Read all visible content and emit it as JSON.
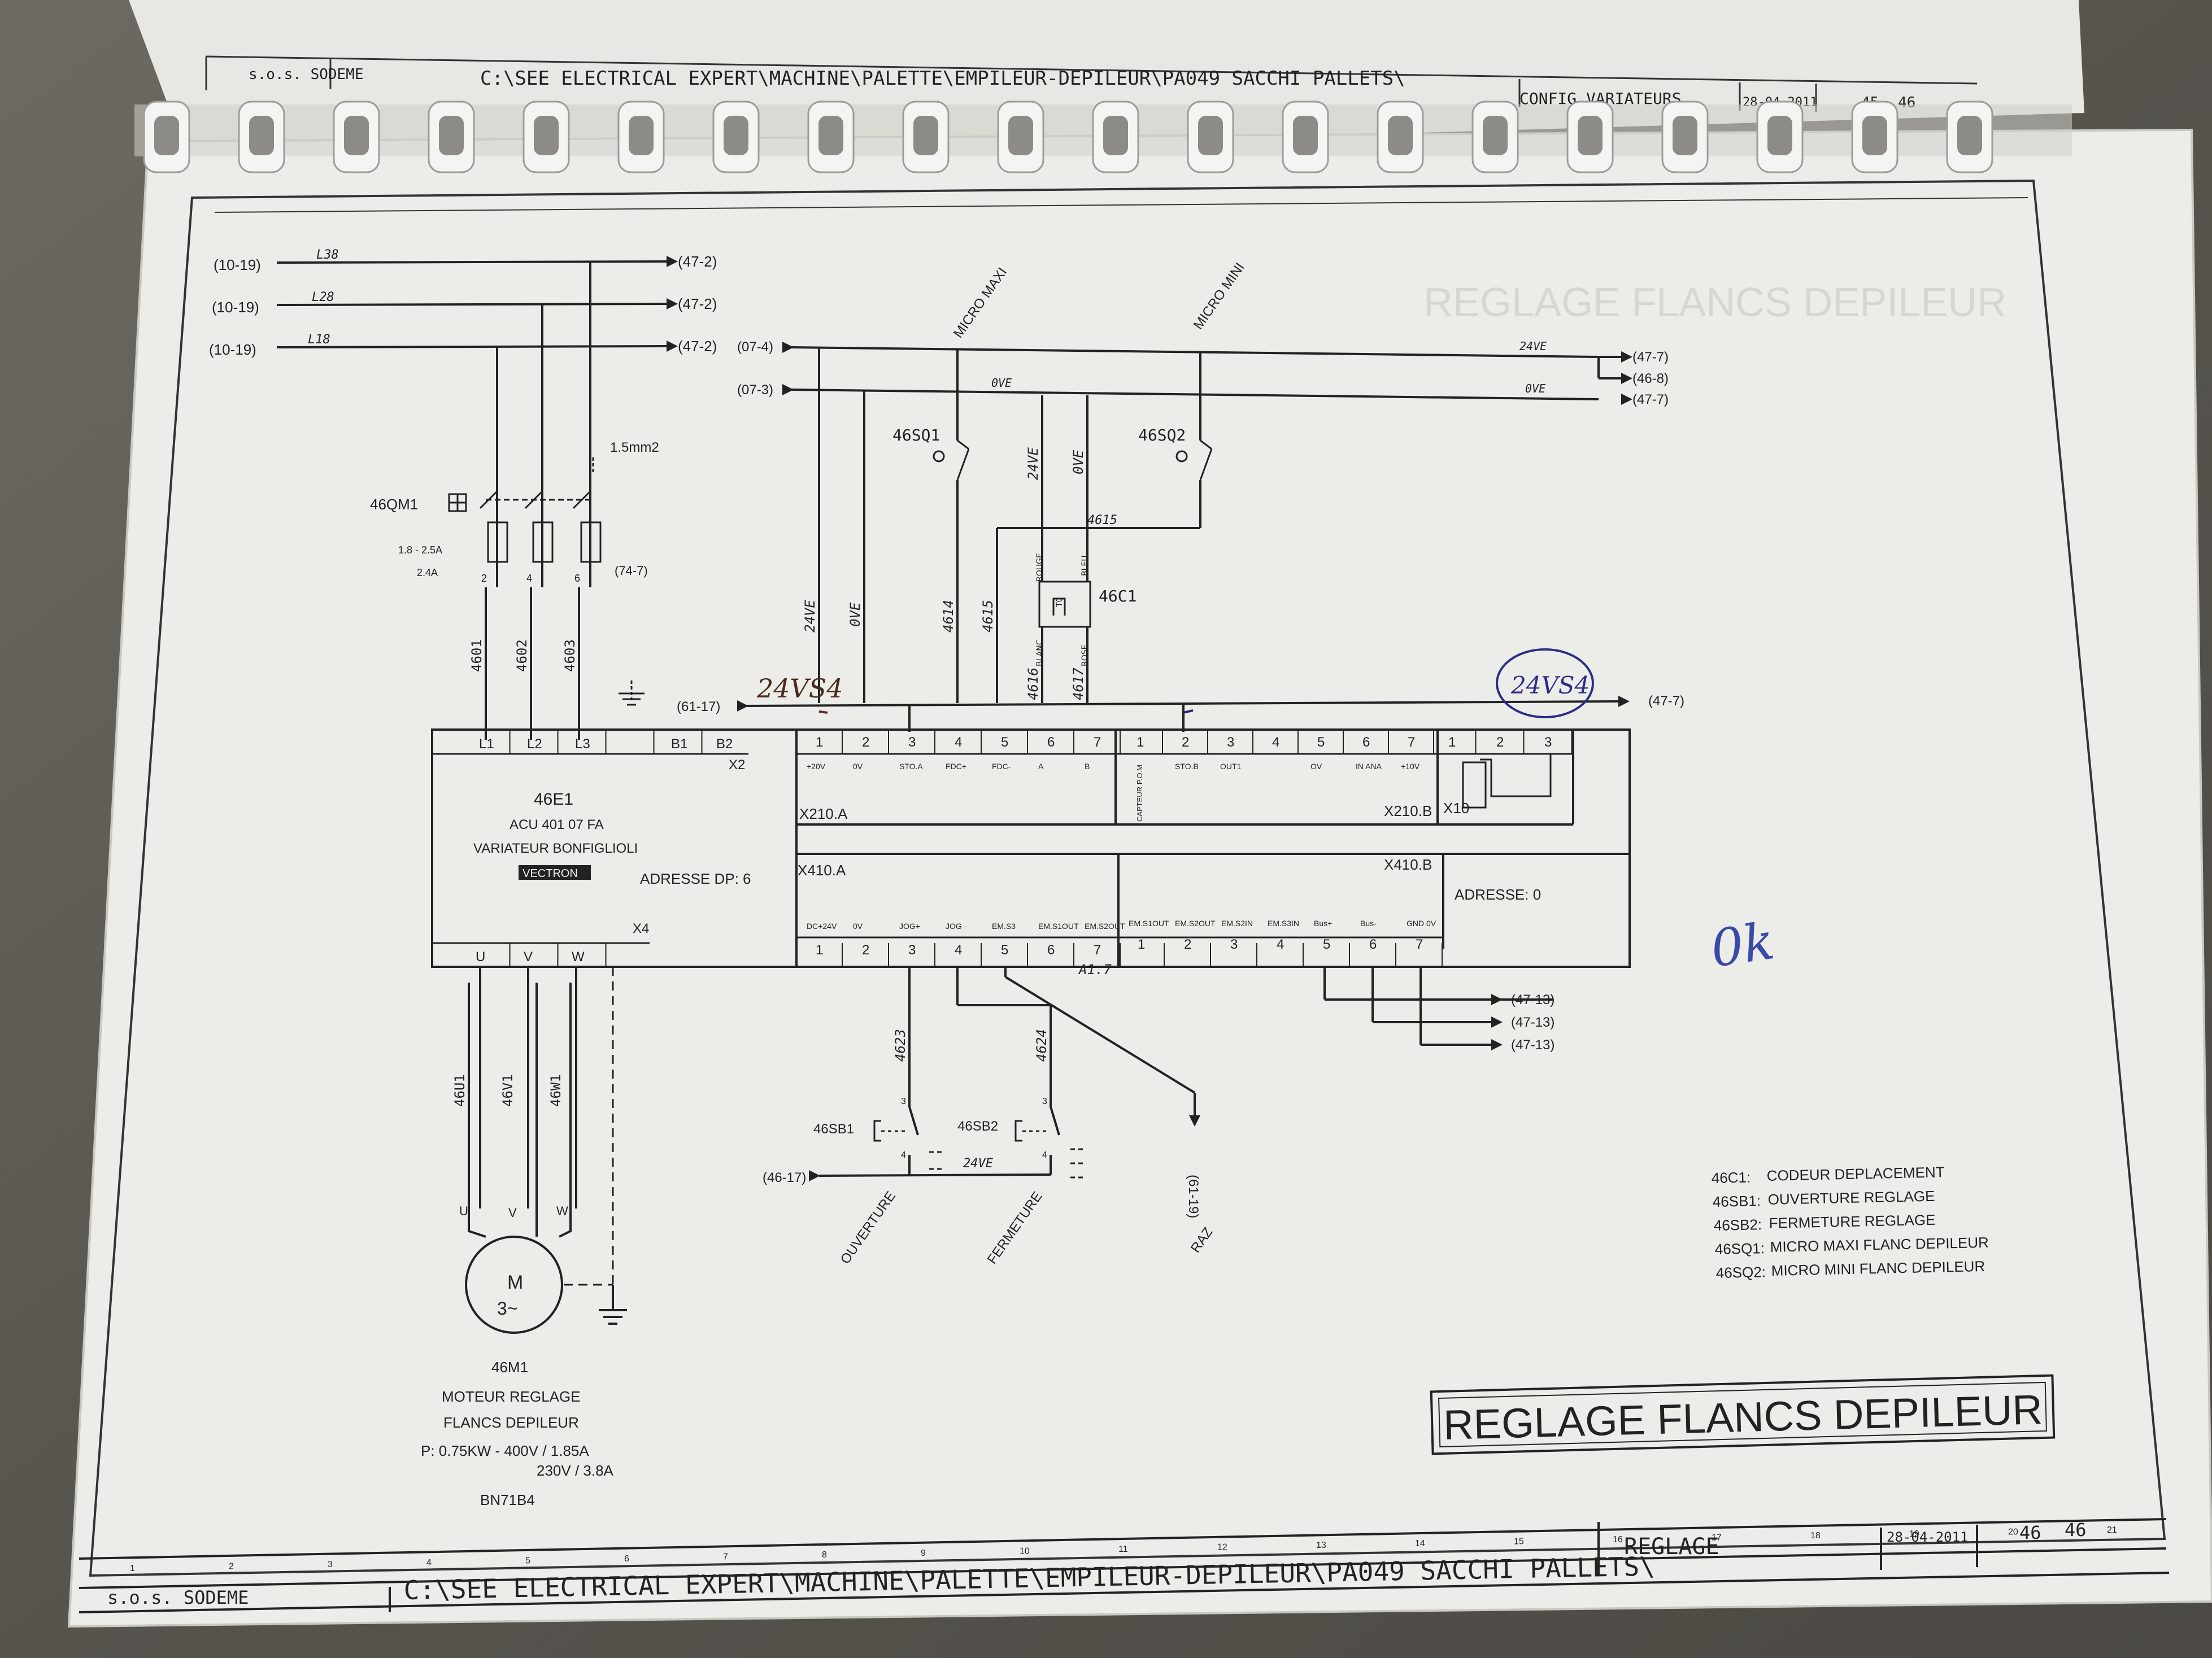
{
  "prev_page": {
    "company": "s.o.s. SODEME",
    "path": "C:\\SEE ELECTRICAL EXPERT\\MACHINE\\PALETTE\\EMPILEUR-DEPILEUR\\PA049 SACCHI PALLETS\\",
    "title": "CONFIG VARIATEURS",
    "date": "28-04-2011",
    "page": "45",
    "total": "46"
  },
  "supply": {
    "lines": [
      {
        "src": "(10-19)",
        "name": "L38",
        "dst": "(47-2)"
      },
      {
        "src": "(10-19)",
        "name": "L28",
        "dst": "(47-2)"
      },
      {
        "src": "(10-19)",
        "name": "L18",
        "dst": "(47-2)"
      }
    ],
    "wire_section": "1.5mm2",
    "breaker": "46QM1",
    "breaker_range": "1.8 - 2.5A",
    "breaker_set": "2.4A",
    "breaker_ref": "(74-7)",
    "breaker_terms": [
      "2",
      "4",
      "6"
    ],
    "motor_wires": [
      "4601",
      "4602",
      "4603"
    ]
  },
  "control": {
    "bus_24ve_src": "(07-4)",
    "bus_0ve_src": "(07-3)",
    "bus_24ve_label": "24VE",
    "bus_0ve_label": "0VE",
    "bus_0ve_label_left": "0VE",
    "bus_refs": [
      "(47-7)",
      "(46-8)",
      "(47-7)"
    ],
    "micro_maxi": "MICRO MAXI",
    "micro_mini": "MICRO MINI",
    "sq1": "46SQ1",
    "sq2": "46SQ2",
    "encoder": "46C1",
    "encoder_wire": "4615",
    "encoder_pins": [
      "ROUGE",
      "BLEU",
      "BLANC",
      "ROSE",
      "T0"
    ],
    "vert_labels": [
      "24VE",
      "0VE",
      "4614",
      "4615",
      "24VE",
      "0VE",
      "4616",
      "4617"
    ]
  },
  "sto": {
    "src": "(61-17)",
    "dst": "(47-7)",
    "handwritten_left": "24VS4",
    "handwritten_right": "24VS4"
  },
  "drive": {
    "tag": "46E1",
    "model": "ACU 401 07 FA",
    "desc": "VARIATEUR BONFIGLIOLI",
    "brand": "VECTRON",
    "dp_address": "ADRESSE DP:  6",
    "power_terms": [
      "L1",
      "L2",
      "L3",
      "B1",
      "B2"
    ],
    "x2": "X2",
    "out_terms": [
      "U",
      "V",
      "W"
    ],
    "x4": "X4",
    "x210a": {
      "name": "X210.A",
      "nums": [
        "1",
        "2",
        "3",
        "4",
        "5",
        "6",
        "7"
      ],
      "sigs": [
        "+20V",
        "0V",
        "STO.A",
        "FDC+",
        "FDC-",
        "A",
        "B"
      ]
    },
    "x210b": {
      "name": "X210.B",
      "nums": [
        "1",
        "2",
        "3",
        "4",
        "5",
        "6",
        "7"
      ],
      "sigs": [
        "CAPTEUR P.O.M",
        "STO.B",
        "OUT1",
        "",
        "OV",
        "IN ANA",
        "+10V"
      ]
    },
    "x10": {
      "name": "X10",
      "nums": [
        "1",
        "2",
        "3"
      ]
    },
    "x410a": {
      "name": "X410.A",
      "nums": [
        "1",
        "2",
        "3",
        "4",
        "5",
        "6",
        "7"
      ],
      "sigs": [
        "DC+24V",
        "0V",
        "JOG+",
        "JOG -",
        "EM.S3",
        "EM.S1OUT",
        "EM.S2OUT"
      ]
    },
    "x410b": {
      "name": "X410.B",
      "address": "ADRESSE:   0",
      "nums": [
        "1",
        "2",
        "3",
        "4",
        "5",
        "6",
        "7"
      ],
      "sigs": [
        "EM.S1OUT",
        "EM.S2OUT",
        "EM.S2IN",
        "EM.S3IN",
        "Bus+",
        "Bus-",
        "GND 0V"
      ]
    },
    "a17": "A1.7",
    "bus_refs": [
      "(47-13)",
      "(47-13)",
      "(47-13)"
    ]
  },
  "motor": {
    "wires": [
      "46U1",
      "46V1",
      "46W1"
    ],
    "terms": [
      "U",
      "V",
      "W"
    ],
    "symbol": "M",
    "phase": "3~",
    "tag": "46M1",
    "desc1": "MOTEUR REGLAGE",
    "desc2": "FLANCS DEPILEUR",
    "power": "P: 0.75KW - 400V / 1.85A",
    "power2": "230V / 3.8A",
    "ref": "BN71B4"
  },
  "buttons": {
    "sb1": "46SB1",
    "sb2": "46SB2",
    "sb1_wire": "4623",
    "sb2_wire": "4624",
    "src": "(46-17)",
    "bus_label": "24VE",
    "sb1_label": "OUVERTURE",
    "sb2_label": "FERMETURE",
    "raz_ref": "(61-19)",
    "raz_label": "RAZ",
    "contact_nums": [
      "3",
      "4",
      "3",
      "4"
    ]
  },
  "legend": [
    {
      "code": "46C1:",
      "text": "CODEUR DEPLACEMENT"
    },
    {
      "code": "46SB1:",
      "text": "OUVERTURE REGLAGE"
    },
    {
      "code": "46SB2:",
      "text": "FERMETURE REGLAGE"
    },
    {
      "code": "46SQ1:",
      "text": "MICRO MAXI FLANC DEPILEUR"
    },
    {
      "code": "46SQ2:",
      "text": "MICRO MINI FLANC DEPILEUR"
    }
  ],
  "handwritten_ok": "0k",
  "title_box": "REGLAGE FLANCS DEPILEUR",
  "ghost_title": "REGLAGE FLANCS DEPILEUR",
  "footer": {
    "company": "s.o.s. SODEME",
    "path": "C:\\SEE ELECTRICAL EXPERT\\MACHINE\\PALETTE\\EMPILEUR-DEPILEUR\\PA049 SACCHI PALLETS\\",
    "section": "REGLAGE",
    "date": "28-04-2011",
    "page": "46",
    "total": "46",
    "cols": [
      "1",
      "2",
      "3",
      "4",
      "5",
      "6",
      "7",
      "8",
      "9",
      "10",
      "11",
      "12",
      "13",
      "14",
      "15",
      "16",
      "17",
      "18",
      "19",
      "20",
      "21"
    ]
  }
}
